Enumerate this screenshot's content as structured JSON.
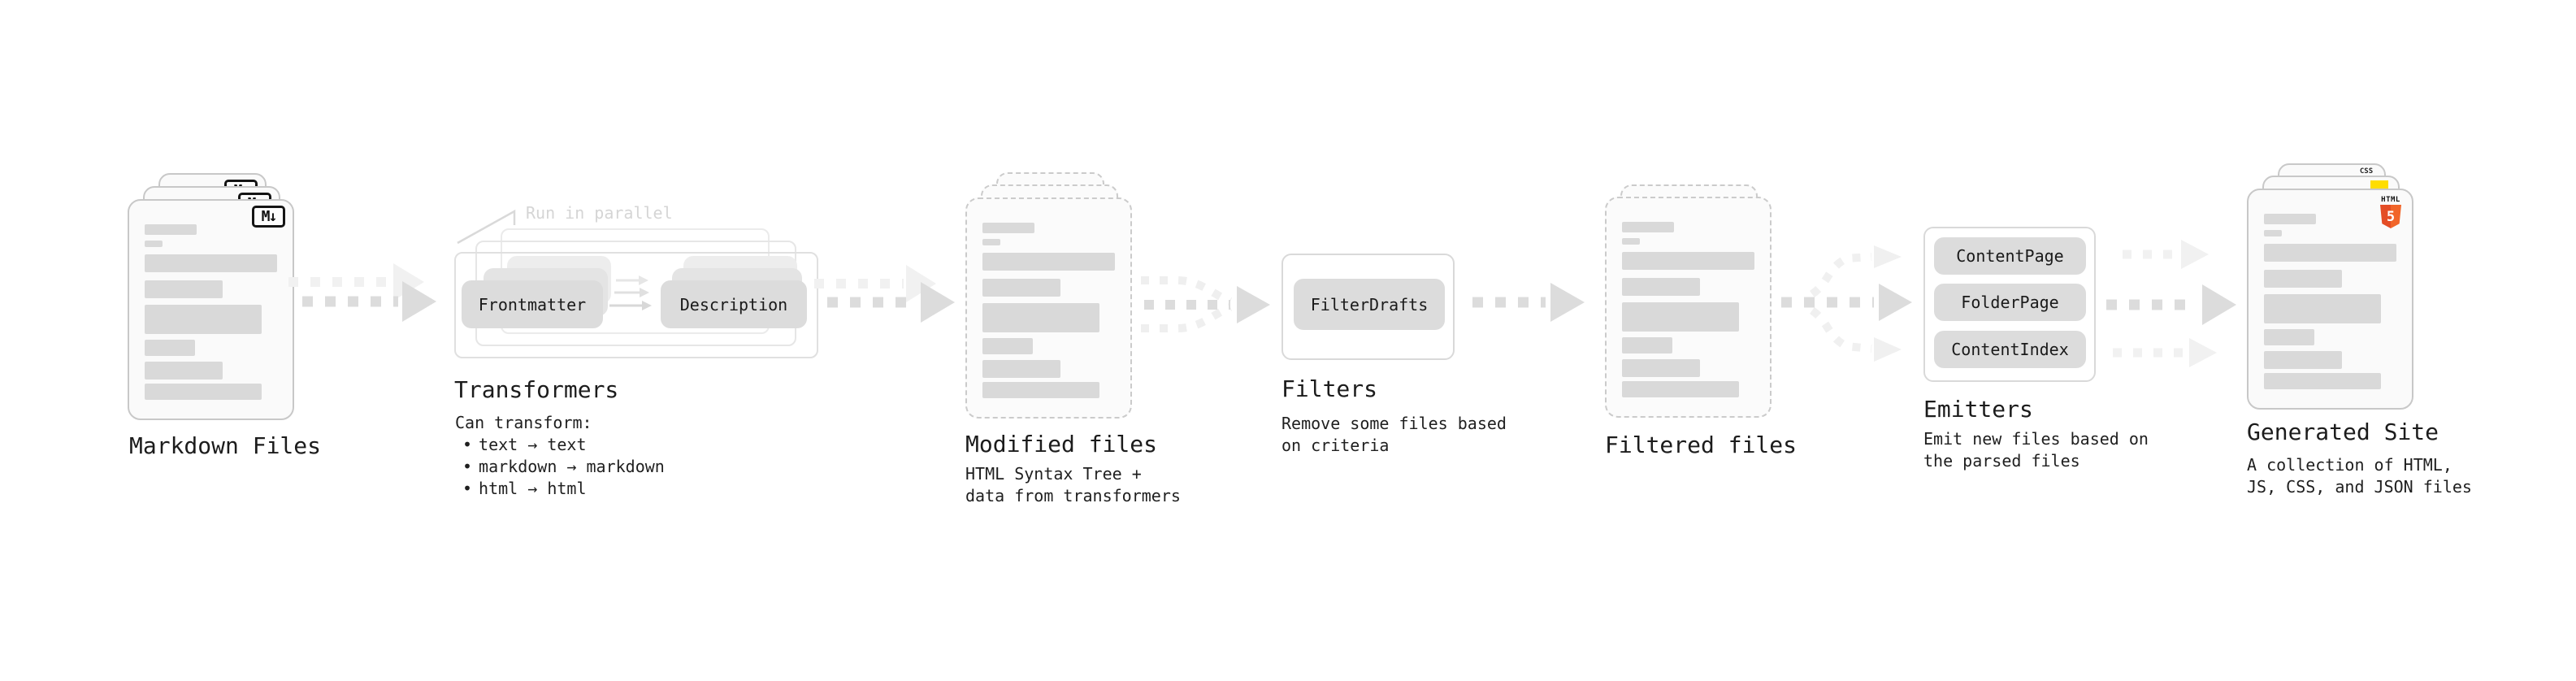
{
  "stages": {
    "markdown": {
      "label": "Markdown Files",
      "badge": "M↓"
    },
    "transformers": {
      "label": "Transformers",
      "annotation": "Run in parallel",
      "input_chip": "Frontmatter",
      "output_chip": "Description",
      "note_heading": "Can transform:",
      "bullet_char": "•",
      "bullets": [
        "text → text",
        "markdown → markdown",
        "html → html"
      ]
    },
    "modified": {
      "label": "Modified files",
      "sublines": [
        "HTML Syntax Tree +",
        "data from transformers"
      ]
    },
    "filters": {
      "label": "Filters",
      "chip": "FilterDrafts",
      "sublines": [
        "Remove some files based",
        "on criteria"
      ]
    },
    "filtered": {
      "label": "Filtered files"
    },
    "emitters": {
      "label": "Emitters",
      "chips": [
        "ContentPage",
        "FolderPage",
        "ContentIndex"
      ],
      "sublines": [
        "Emit new files based on",
        "the parsed files"
      ]
    },
    "generated": {
      "label": "Generated Site",
      "sublines": [
        "A collection of HTML,",
        "JS, CSS, and JSON files"
      ],
      "css_badge": "CSS",
      "html_badge_text": "HTML",
      "html_badge_number": "5"
    }
  },
  "colors": {
    "background": "#ffffff",
    "card_fill": "#fafafa",
    "card_border": "#c8c8c8",
    "bar_gray": "#d9d9d9",
    "chip_gray": "#dcdcdc",
    "arrow_gray": "#dcdcdc",
    "faint_arrow_gray": "#f1f1f1",
    "annotation_gray": "#d5d5d5",
    "text_dark": "#1c1c1c",
    "html5_orange": "#e44d26",
    "html5_orange_light": "#f16529",
    "css_blue": "#2d5de9",
    "js_yellow": "#ffdd00"
  }
}
